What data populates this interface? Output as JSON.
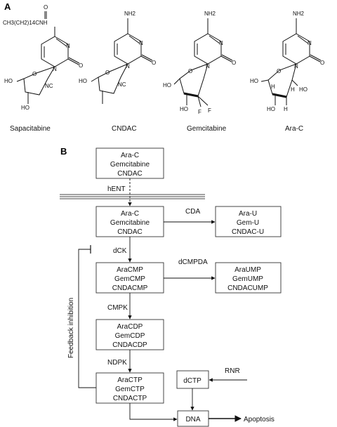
{
  "panel_a": {
    "label": "A",
    "compounds": [
      {
        "name": "Sapacitabine",
        "top_group": "CH3(CH2)14CNH",
        "top_o": "O",
        "n_labels": [
          "N",
          "N"
        ],
        "o_labels": [
          "O",
          "O"
        ],
        "subst": [
          "HO",
          "NC",
          "HO"
        ]
      },
      {
        "name": "CNDAC",
        "top_group": "NH2",
        "n_labels": [
          "N",
          "N"
        ],
        "o_labels": [
          "O",
          "O"
        ],
        "subst": [
          "HO",
          "NC",
          ""
        ]
      },
      {
        "name": "Gemcitabine",
        "top_group": "NH2",
        "n_labels": [
          "N",
          "N"
        ],
        "o_labels": [
          "O",
          "O"
        ],
        "subst": [
          "HO",
          "F",
          "F",
          "HO"
        ]
      },
      {
        "name": "Ara-C",
        "top_group": "NH2",
        "n_labels": [
          "N",
          "N"
        ],
        "o_labels": [
          "O",
          "O"
        ],
        "subst": [
          "HO",
          "H",
          "HO",
          "H",
          "HO",
          "H"
        ]
      }
    ]
  },
  "panel_b": {
    "label": "B",
    "boxes": {
      "top": [
        "Ara-C",
        "Gemcitabine",
        "CNDAC"
      ],
      "inner": [
        "Ara-C",
        "Gemcitabine",
        "CNDAC"
      ],
      "uracil": [
        "Ara-U",
        "Gem-U",
        "CNDAC-U"
      ],
      "mp": [
        "AraCMP",
        "GemCMP",
        "CNDACMP"
      ],
      "ump": [
        "AraUMP",
        "GemUMP",
        "CNDACUMP"
      ],
      "dp": [
        "AraCDP",
        "GemCDP",
        "CNDACDP"
      ],
      "tp": [
        "AraCTP",
        "GemCTP",
        "CNDACTP"
      ],
      "dctp": "dCTP",
      "dna": "DNA"
    },
    "enzymes": {
      "hent": "hENT",
      "cda": "CDA",
      "dck": "dCK",
      "dcmpda": "dCMPDA",
      "cmpk": "CMPK",
      "ndpk": "NDPK",
      "rnr": "RNR"
    },
    "feedback": "Feedback inhibition",
    "apoptosis": "Apoptosis"
  }
}
